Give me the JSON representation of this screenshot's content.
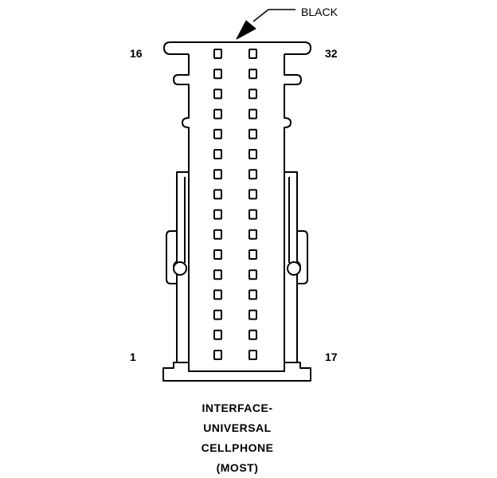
{
  "connector": {
    "color_callout": "BLACK",
    "pin_labels": {
      "top_left": "16",
      "top_right": "32",
      "bottom_left": "1",
      "bottom_right": "17"
    },
    "pin_rows": 16,
    "pin_columns": 2,
    "caption_lines": [
      "INTERFACE-",
      "UNIVERSAL",
      "CELLPHONE",
      "(MOST)"
    ]
  },
  "colors": {
    "line": "#000000",
    "background": "#ffffff"
  }
}
